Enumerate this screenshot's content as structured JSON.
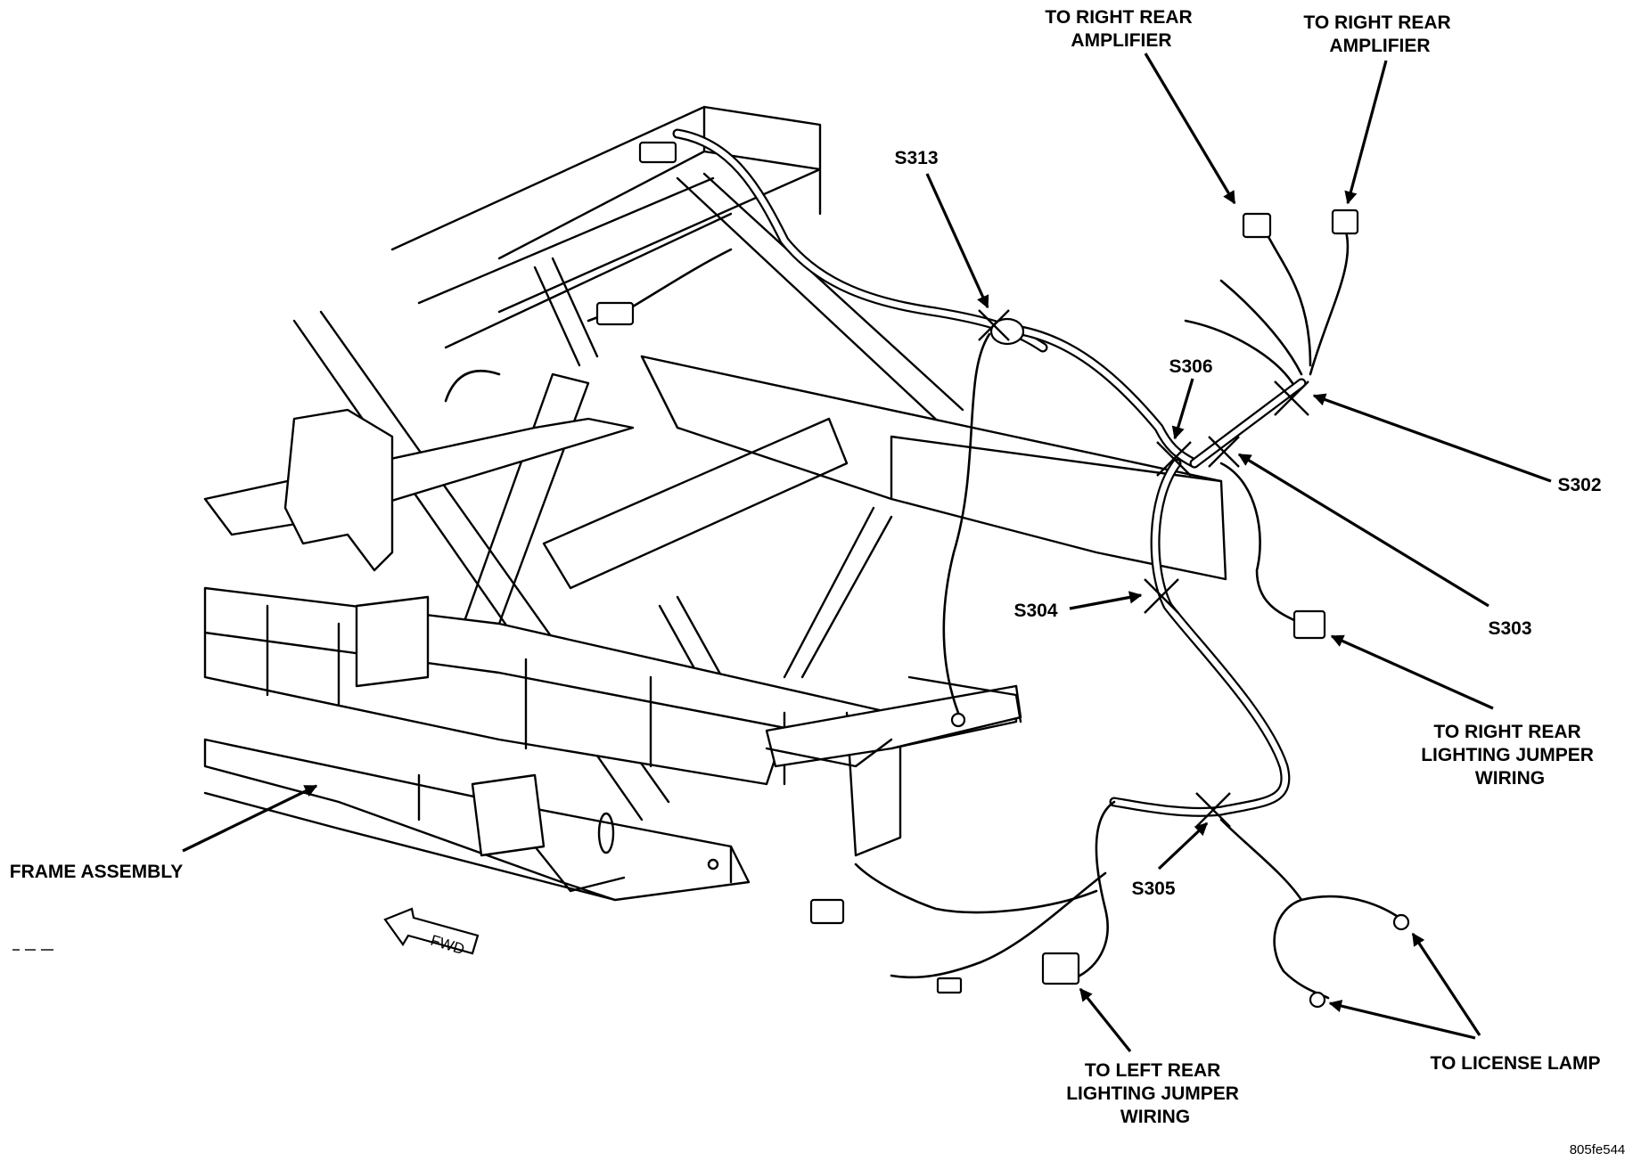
{
  "labels": {
    "amp_left": [
      "TO RIGHT REAR",
      "AMPLIFIER"
    ],
    "amp_right": [
      "TO RIGHT REAR",
      "AMPLIFIER"
    ],
    "s313": "S313",
    "s306": "S306",
    "s302": "S302",
    "s303": "S303",
    "s304": "S304",
    "s305": "S305",
    "right_rear_lighting": [
      "TO RIGHT REAR",
      "LIGHTING JUMPER",
      "WIRING"
    ],
    "left_rear_lighting": [
      "TO LEFT REAR",
      "LIGHTING JUMPER",
      "WIRING"
    ],
    "license_lamp": "TO LICENSE LAMP",
    "frame_assembly": "FRAME ASSEMBLY",
    "fwd": "FWD",
    "figure_code": "805fe544"
  }
}
